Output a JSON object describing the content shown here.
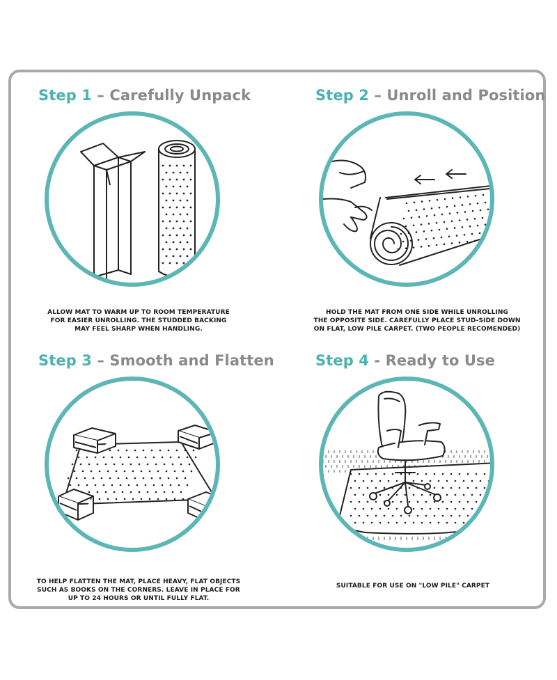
{
  "palette": {
    "teal": "#4bb2b1",
    "ring": "#5cb6b5",
    "title_grey": "#8a8a8a",
    "frame": "#a7a9ac"
  },
  "steps": [
    {
      "number": "Step 1",
      "title": " – Carefully Unpack",
      "caption_lines": [
        "ALLOW MAT TO WARM UP TO ROOM TEMPERATURE",
        "FOR EASIER UNROLLING. THE STUDDED BACKING",
        "MAY FEEL SHARP WHEN HANDLING."
      ],
      "illustration": "box-and-rolled-mat-icon"
    },
    {
      "number": "Step 2",
      "title": " – Unroll and Position",
      "caption_lines": [
        "HOLD THE MAT FROM ONE SIDE WHILE UNROLLING",
        "THE OPPOSITE SIDE. CAREFULLY PLACE STUD-SIDE DOWN",
        "ON FLAT, LOW PILE CARPET. (TWO PEOPLE RECOMENDED)"
      ],
      "illustration": "hands-unrolling-mat-icon"
    },
    {
      "number": "Step 3",
      "title": " – Smooth and Flatten",
      "caption_lines": [
        "TO HELP FLATTEN THE MAT, PLACE HEAVY, FLAT OBJECTS",
        "SUCH AS BOOKS ON THE CORNERS. LEAVE IN PLACE FOR",
        "UP TO 24 HOURS OR UNTIL FULLY FLAT."
      ],
      "illustration": "books-on-mat-corners-icon"
    },
    {
      "number": "Step 4",
      "title": " - Ready to Use",
      "caption_lines": [
        "SUITABLE FOR USE ON \"LOW PILE\" CARPET"
      ],
      "illustration": "office-chair-on-mat-icon"
    }
  ]
}
